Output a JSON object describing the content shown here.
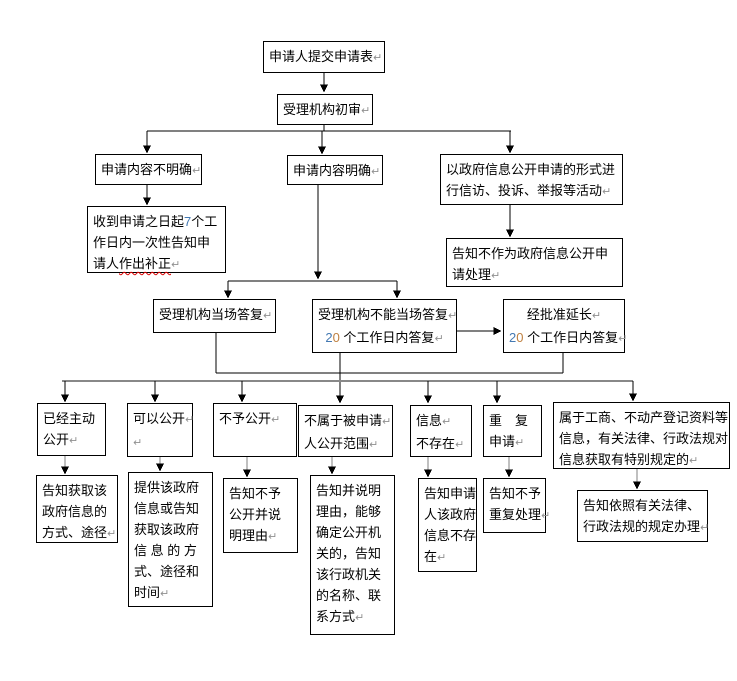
{
  "flowchart": {
    "description": "Government information disclosure application process flowchart",
    "paragraph_mark": "↵",
    "colors": {
      "box_border": "#000000",
      "connector_black": "#000000",
      "distributor_gray": "#888888",
      "condition_arrow_stem_gray": "#808080",
      "digit_blue": "#4479b2",
      "digit_orange": "#bf8040",
      "spellcheck_red": "#dd0000",
      "paragraph_mark_gray": "#909090"
    },
    "nodes": [
      {
        "id": "start",
        "lines": [
          "申请人提交申请表↵"
        ]
      },
      {
        "id": "initial-review",
        "lines": [
          "受理机构初审↵"
        ]
      },
      {
        "id": "content-unclear",
        "lines": [
          "申请内容不明确↵"
        ]
      },
      {
        "id": "content-clear",
        "lines": [
          "申请内容明确↵"
        ]
      },
      {
        "id": "petition-activity",
        "lines": [
          "以政府信息公开申请的形式进",
          "行信访、投诉、举报等活动↵"
        ]
      },
      {
        "id": "notify-correction",
        "lines": [
          "收到申请之日起7个工",
          "作日内一次性告知申",
          "请人作出补正↵"
        ],
        "color_digits": true,
        "misspelled": "作出补正"
      },
      {
        "id": "not-disclosure-request",
        "lines": [
          "告知不作为政府信息公开申",
          "请处理↵"
        ]
      },
      {
        "id": "onspot-reply",
        "lines": [
          "受理机构当场答复↵"
        ]
      },
      {
        "id": "reply-20-days",
        "lines": [
          "受理机构不能当场答复↵",
          "20 个工作日内答复↵"
        ],
        "color_digits": true
      },
      {
        "id": "extended-20-days",
        "lines": [
          "经批准延长↵",
          "20 个工作日内答复↵"
        ],
        "color_digits": true
      },
      {
        "id": "already-public",
        "lines": [
          "已经主动",
          "公开↵"
        ]
      },
      {
        "id": "can-disclose",
        "lines": [
          "可以公开↵",
          "↵"
        ]
      },
      {
        "id": "no-disclose",
        "lines": [
          "不予公开↵"
        ]
      },
      {
        "id": "not-in-scope",
        "lines": [
          "不属于被申请↵",
          "人公开范围↵"
        ]
      },
      {
        "id": "info-not-exist",
        "lines": [
          "信息↵",
          "不存在↵"
        ]
      },
      {
        "id": "repeat-request",
        "lines": [
          "重　复",
          "申请↵"
        ]
      },
      {
        "id": "special-records",
        "lines": [
          "属于工商、不动产登记资料等",
          "信息，有关法律、行政法规对",
          "信息获取有特别规定的↵"
        ]
      },
      {
        "id": "answer-already-public",
        "lines": [
          "告知获取该",
          "政府信息的",
          "方式、途径↵"
        ]
      },
      {
        "id": "answer-can-disclose",
        "lines": [
          "提供该政府",
          "信息或告知",
          "获取该政府",
          "信 息 的 方",
          "式、途径和",
          "时间↵"
        ]
      },
      {
        "id": "answer-no-disclose",
        "lines": [
          "告知不予",
          "公开并说",
          "明理由↵"
        ]
      },
      {
        "id": "answer-not-in-scope",
        "lines": [
          "告知并说明",
          "理由，能够",
          "确定公开机",
          "关的，告知",
          "该行政机关",
          "的名称、联",
          "系方式↵"
        ]
      },
      {
        "id": "answer-not-exist",
        "lines": [
          "告知申请",
          "人该政府",
          "信息不存",
          "在↵"
        ]
      },
      {
        "id": "answer-repeat",
        "lines": [
          "告知不予",
          "重复处理↵"
        ]
      },
      {
        "id": "answer-special",
        "lines": [
          "告知依照有关法律、",
          "行政法规的规定办理↵"
        ]
      }
    ]
  }
}
